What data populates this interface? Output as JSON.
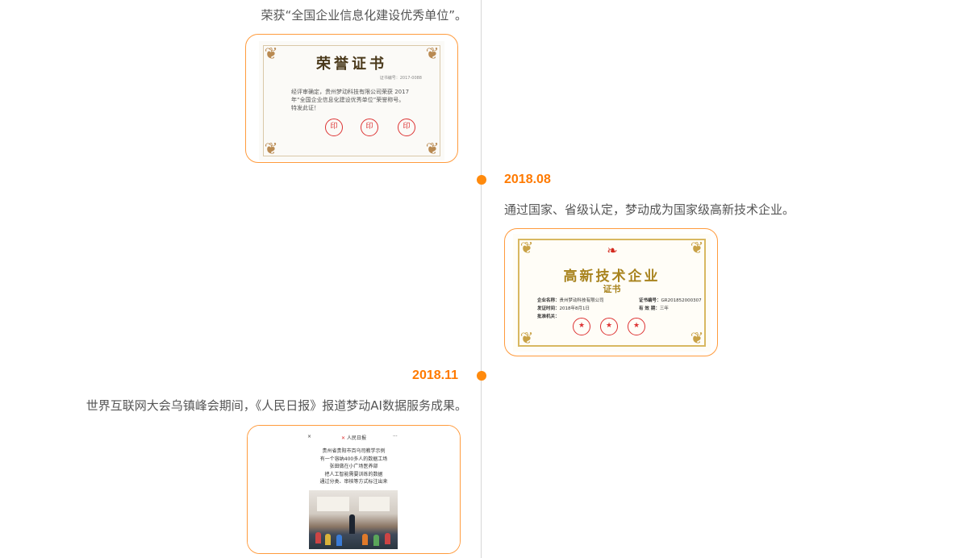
{
  "colors": {
    "accent": "#ff7a00",
    "card_border": "#ff9b3d",
    "axis": "#d6d6d6"
  },
  "timeline": [
    {
      "date": "",
      "text": "荣获“全国企业信息化建设优秀单位”。",
      "certificate": {
        "title": "荣誉证书",
        "number": "证书编号：2017-0088",
        "lines": [
          "经评审确定，贵州梦动科技有限公司荣获 2017",
          "年“全国企业信息化建设优秀单位”荣誉称号。",
          "特发此证！"
        ],
        "seal_text": "印"
      }
    },
    {
      "date": "2018.08",
      "text": "通过国家、省级认定，梦动成为国家级高新技术企业。",
      "certificate": {
        "title": "高新技术企业",
        "subtitle": "证书",
        "fields": [
          {
            "label": "企业名称：",
            "value": "贵州梦动科技有限公司"
          },
          {
            "label": "证书编号：",
            "value": "GR201852000307"
          },
          {
            "label": "发证时间：",
            "value": "2018年8月1日"
          },
          {
            "label": "有 效 期：",
            "value": "三年"
          },
          {
            "label": "批准机关：",
            "value": ""
          }
        ],
        "seal_text": "★"
      }
    },
    {
      "date": "2018.11",
      "text": "世界互联网大会乌镇峰会期间，《人民日报》报道梦动AI数据服务成果。",
      "article": {
        "close": "×",
        "source": "人民日报",
        "more": "···",
        "lines": [
          "贵州省贵阳市百乌司教学示例",
          "有一个容纳400多人的数据工场",
          "张田做在小广场医养部",
          "把人工智能需要训练的数据",
          "通过分类、审核等方式标注出来"
        ]
      }
    }
  ]
}
